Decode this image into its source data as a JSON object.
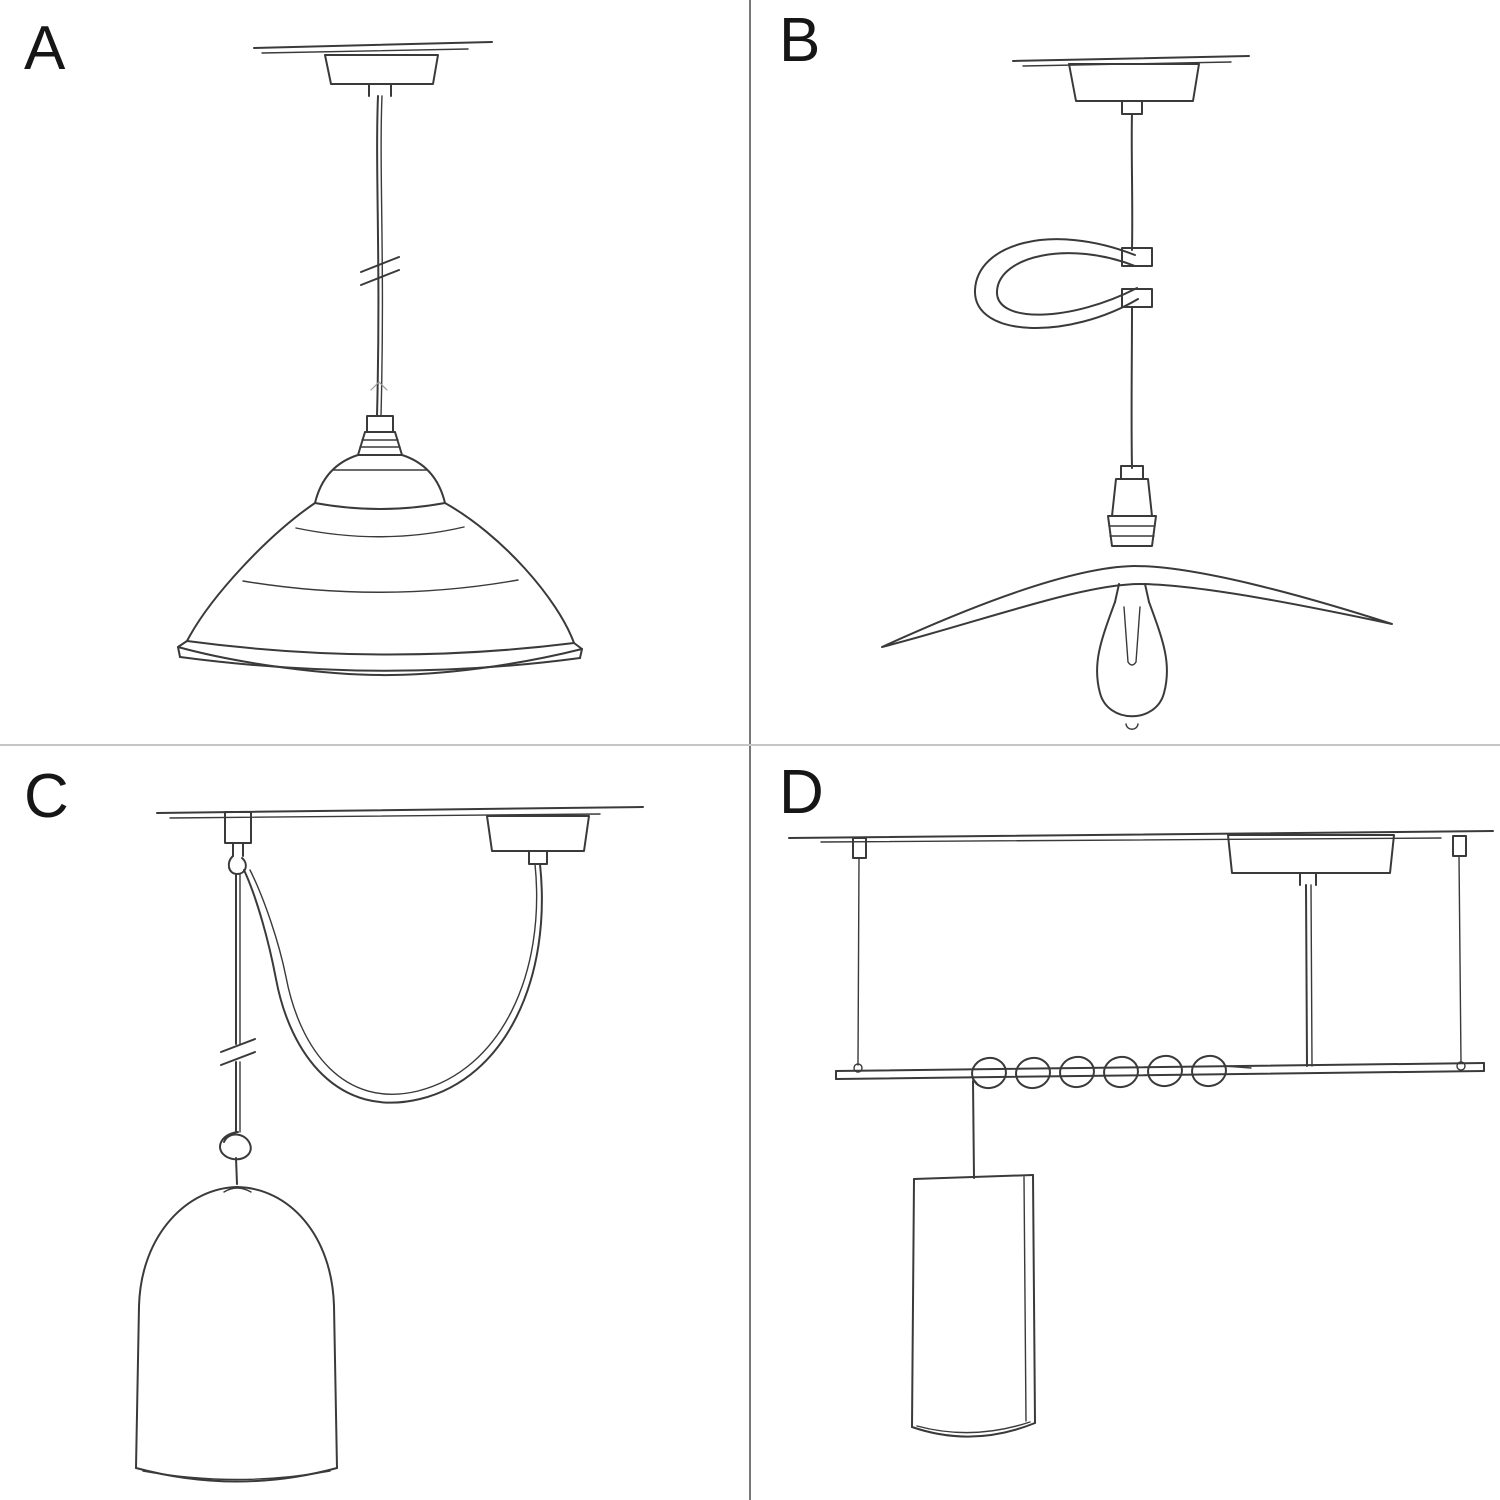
{
  "page": {
    "background": "#ffffff",
    "sketch_line_color": "#3a3a3a",
    "divider_vertical_color": "#787878",
    "divider_horizontal_color": "#c6c6c6"
  },
  "panels": [
    {
      "label": "A",
      "sketch": "pendant-with-industrial-bell-shade"
    },
    {
      "label": "B",
      "sketch": "pendant-with-flat-plate-shade-bulb-and-cable-tensioner"
    },
    {
      "label": "C",
      "sketch": "swag-pendant-with-hook-and-ceramic-bell-shade"
    },
    {
      "label": "D",
      "sketch": "suspended-bar-with-coiled-cable-and-cylinder-pendant"
    }
  ]
}
